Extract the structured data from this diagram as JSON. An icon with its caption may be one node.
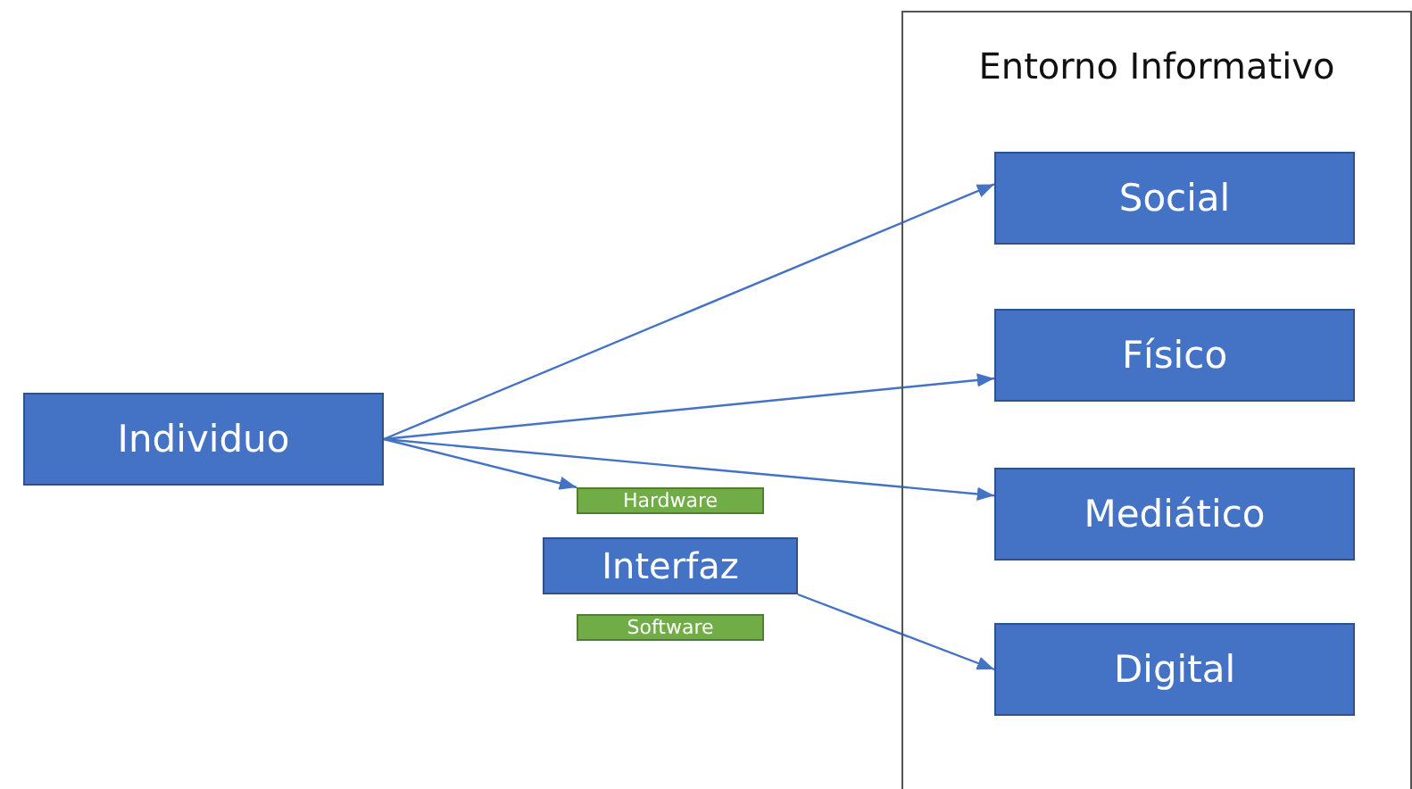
{
  "diagram": {
    "nodes": [
      {
        "text": [
          "Individuo"
        ]
      },
      {
        "text": [
          "Hardware"
        ]
      },
      {
        "text": [
          "Interfaz"
        ]
      },
      {
        "text": [
          "Software"
        ]
      },
      {
        "text": [
          "Entorno Informativo"
        ]
      },
      {
        "text": [
          "Social"
        ],
        "in": 4
      },
      {
        "text": [
          "Físico"
        ],
        "in": 4
      },
      {
        "text": [
          "Mediático"
        ],
        "in": 4
      },
      {
        "text": [
          "Digital"
        ],
        "in": 4
      }
    ],
    "edges": [
      {
        "from": 0,
        "to": 5,
        "arrow": "to"
      },
      {
        "from": 0,
        "to": 6,
        "arrow": "to"
      },
      {
        "from": 0,
        "to": 7,
        "arrow": "to"
      },
      {
        "from": 0,
        "to": 1,
        "arrow": "to"
      },
      {
        "from": 2,
        "to": 8,
        "arrow": "to"
      }
    ]
  }
}
